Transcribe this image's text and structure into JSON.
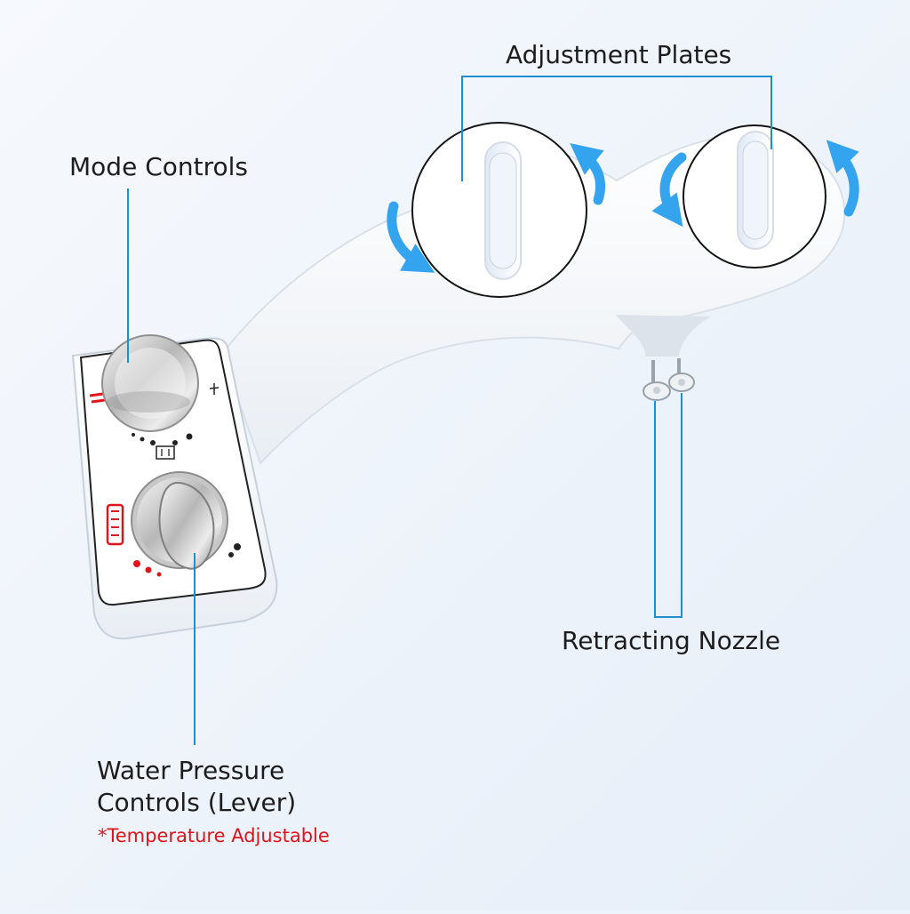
{
  "labels": {
    "mode_controls": "Mode Controls",
    "adjustment_plates": "Adjustment Plates",
    "retracting_nozzle": "Retracting Nozzle",
    "water_pressure_line1": "Water Pressure",
    "water_pressure_line2": "Controls (Lever)",
    "temperature_note": "*Temperature Adjustable"
  },
  "icons": {
    "mode_knob": "mode-knob-icon",
    "pressure_lever": "pressure-lever-icon",
    "rotation_arrows": "rotation-arrow-icon",
    "nozzle": "nozzle-icon"
  },
  "colors": {
    "background": "#eef4fb",
    "callout_line": "#1d8fd1",
    "arrow": "#35a4ee",
    "accent_red": "#e0141b",
    "text": "#1d1d1d"
  }
}
